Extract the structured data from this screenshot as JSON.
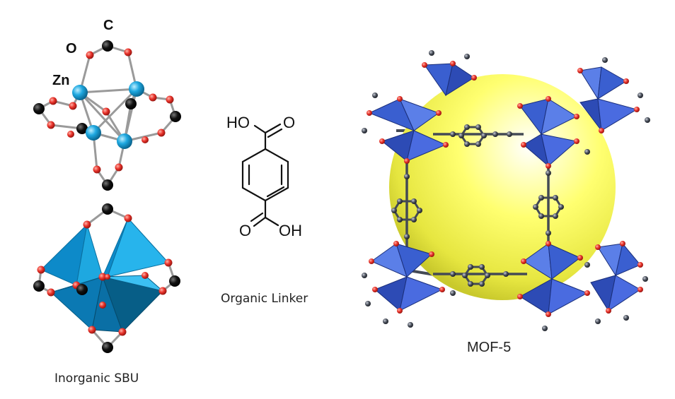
{
  "sbu_ball_stick": {
    "labels": {
      "carbon": "C",
      "oxygen": "O",
      "zinc": "Zn"
    }
  },
  "linker": {
    "top_group": {
      "ho": "HO",
      "o": "O"
    },
    "bottom_group": {
      "o": "O",
      "oh": "OH"
    },
    "caption": "Organic Linker"
  },
  "sbu_caption": "Inorganic SBU",
  "mof_caption": "MOF-5",
  "colors": {
    "zinc": "#1ea8e0",
    "oxygen": "#e8322a",
    "carbon": "#111111",
    "tetrahedron_sbu": "#1aa3e0",
    "tetrahedron_mof": "#3a5fd0",
    "pore_sphere": "#ffff66",
    "framework_carbon": "#444a55"
  },
  "icons": [
    "zinc-atom",
    "oxygen-atom",
    "carbon-atom",
    "zn-o4-tetrahedron",
    "pore-sphere"
  ]
}
